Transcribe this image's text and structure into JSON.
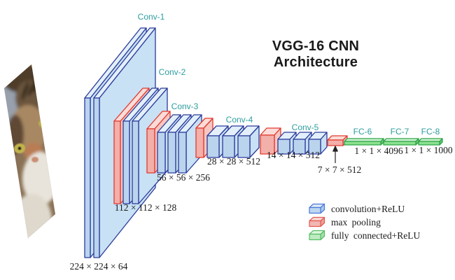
{
  "title": "VGG-16 CNN Architecture",
  "input_image": {
    "name": "cat-photo"
  },
  "colors": {
    "stage_label": "#2E9D9E",
    "title_text": "#1A1A1A",
    "dim_text": "#1A1A1A",
    "arrow": "#222222",
    "conv": {
      "front": "#BAD4EE",
      "top": "#E3F0FB",
      "side": "#C8E1F4",
      "stroke": "#2B3A9A"
    },
    "pool": {
      "front": "#F3AFA9",
      "top": "#FBDCD8",
      "side": "#F7C6C0",
      "stroke": "#E03A30"
    },
    "fc": {
      "front": "#8CE08F",
      "top": "#D2F4D3",
      "side": "#6CCB74",
      "stroke": "#2EA349"
    },
    "legend_conv": {
      "front": "#BDD7F1",
      "top": "#DCEAF8",
      "side": "#A9CBEC",
      "stroke": "#4C79D6"
    },
    "legend_pool": {
      "front": "#F3B7B1",
      "top": "#FAD9D5",
      "side": "#ED9E97",
      "stroke": "#E25A55"
    },
    "legend_fc": {
      "front": "#BEEBC1",
      "top": "#DFF7E0",
      "side": "#A4DFA9",
      "stroke": "#55BD66"
    }
  },
  "diagram": {
    "stages": [
      {
        "id": "conv1",
        "name": "Conv-1",
        "dim": "224 × 224 × 64",
        "blocks": [
          "conv",
          "conv"
        ]
      },
      {
        "id": "conv2",
        "name": "Conv-2",
        "dim": "112 × 112 × 128",
        "blocks": [
          "pool",
          "conv",
          "conv"
        ]
      },
      {
        "id": "conv3",
        "name": "Conv-3",
        "dim": "56 × 56 × 256",
        "blocks": [
          "pool",
          "conv",
          "conv",
          "conv"
        ]
      },
      {
        "id": "conv4",
        "name": "Conv-4",
        "dim": "28 × 28 × 512",
        "blocks": [
          "pool",
          "conv",
          "conv",
          "conv"
        ]
      },
      {
        "id": "conv5",
        "name": "Conv-5",
        "dim": "14 × 14 × 512",
        "blocks": [
          "pool",
          "conv",
          "conv",
          "conv"
        ]
      }
    ],
    "pool5": {
      "dim": "7 × 7 × 512"
    },
    "fc_layers": [
      {
        "id": "fc6",
        "name": "FC-6"
      },
      {
        "id": "fc7",
        "name": "FC-7"
      },
      {
        "id": "fc8",
        "name": "FC-8"
      }
    ],
    "fc_dims": [
      "1 × 1 × 4096",
      "1 × 1 × 1000"
    ]
  },
  "legend": {
    "items": [
      {
        "type": "legend_conv",
        "label": "convolution+ReLU"
      },
      {
        "type": "legend_pool",
        "label": "max pooling"
      },
      {
        "type": "legend_fc",
        "label": "fully connected+ReLU"
      }
    ]
  }
}
